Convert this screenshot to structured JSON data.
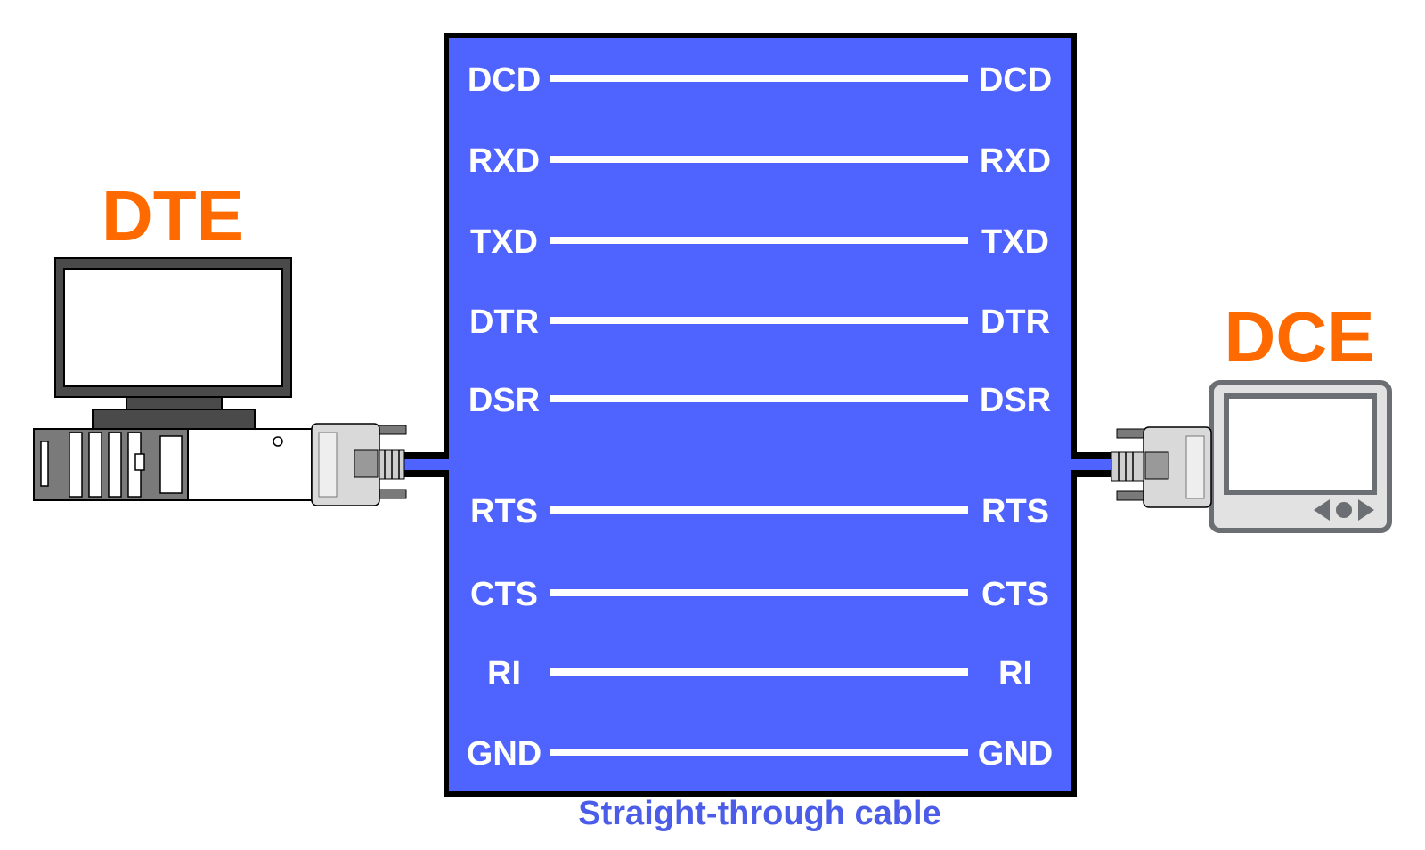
{
  "dte": {
    "label": "DTE"
  },
  "dce": {
    "label": "DCE"
  },
  "cable": {
    "caption": "Straight-through cable"
  },
  "pins": [
    {
      "left": "DCD",
      "right": "DCD"
    },
    {
      "left": "RXD",
      "right": "RXD"
    },
    {
      "left": "TXD",
      "right": "TXD"
    },
    {
      "left": "DTR",
      "right": "DTR"
    },
    {
      "left": "DSR",
      "right": "DSR"
    },
    {
      "left": "RTS",
      "right": "RTS"
    },
    {
      "left": "CTS",
      "right": "CTS"
    },
    {
      "left": "RI",
      "right": "RI"
    },
    {
      "left": "GND",
      "right": "GND"
    }
  ],
  "colors": {
    "accent_orange": "#ff6a00",
    "panel_blue": "#4f63ff",
    "caption_blue": "#4a5ce8",
    "outline": "#000000",
    "device_gray": "#6b6e72"
  },
  "icons": {
    "dte": "desktop-computer-icon",
    "dce": "handheld-device-icon",
    "connector": "db9-serial-connector-icon"
  }
}
